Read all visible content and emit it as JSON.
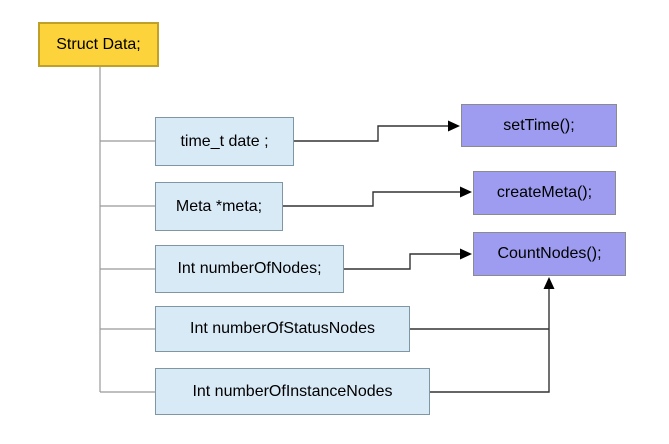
{
  "diagram": {
    "root": {
      "label": "Struct Data;"
    },
    "fields": [
      {
        "label": "time_t date ;"
      },
      {
        "label": "Meta *meta;"
      },
      {
        "label": "Int numberOfNodes;"
      },
      {
        "label": "Int numberOfStatusNodes"
      },
      {
        "label": "Int numberOfInstanceNodes"
      }
    ],
    "functions": [
      {
        "label": "setTime();"
      },
      {
        "label": "createMeta();"
      },
      {
        "label": "CountNodes();"
      }
    ],
    "edges": [
      {
        "from": "Struct Data;",
        "to": "time_t date ;"
      },
      {
        "from": "Struct Data;",
        "to": "Meta *meta;"
      },
      {
        "from": "Struct Data;",
        "to": "Int numberOfNodes;"
      },
      {
        "from": "Struct Data;",
        "to": "Int numberOfStatusNodes"
      },
      {
        "from": "Struct Data;",
        "to": "Int numberOfInstanceNodes"
      },
      {
        "from": "time_t date ;",
        "to": "setTime();"
      },
      {
        "from": "Meta *meta;",
        "to": "createMeta();"
      },
      {
        "from": "Int numberOfNodes;",
        "to": "CountNodes();"
      },
      {
        "from": "Int numberOfStatusNodes",
        "to": "CountNodes();"
      },
      {
        "from": "Int numberOfInstanceNodes",
        "to": "CountNodes();"
      }
    ],
    "colors": {
      "root_fill": "#FCD33A",
      "root_border": "#BFA129",
      "field_fill": "#D9EAF7",
      "field_border": "#7F96A5",
      "function_fill": "#9E9CF0",
      "function_border": "#8B8B8B",
      "trunk_line": "#999999",
      "arrow_line": "#333333"
    }
  }
}
